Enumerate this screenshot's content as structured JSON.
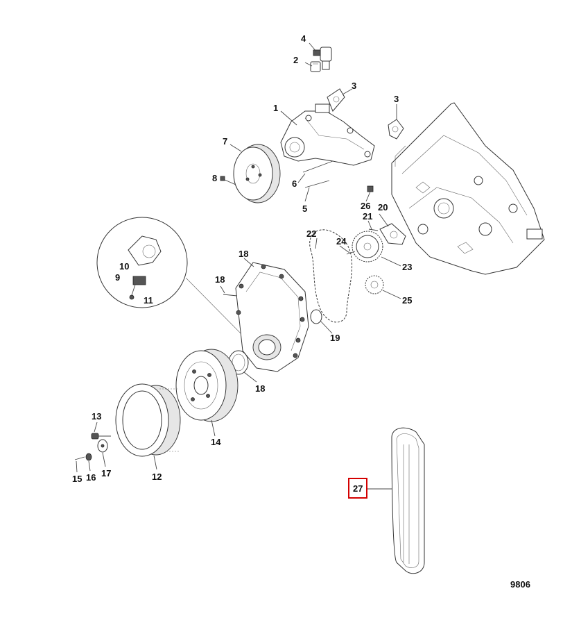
{
  "figure_number": "9806",
  "highlight_color": "#d40000",
  "callouts": {
    "c1": "1",
    "c2": "2",
    "c3a": "3",
    "c3b": "3",
    "c4": "4",
    "c5": "5",
    "c6": "6",
    "c7": "7",
    "c8": "8",
    "c9": "9",
    "c10": "10",
    "c11": "11",
    "c12": "12",
    "c13": "13",
    "c14": "14",
    "c15": "15",
    "c16": "16",
    "c17": "17",
    "c18a": "18",
    "c18b": "18",
    "c18c": "18",
    "c19": "19",
    "c20": "20",
    "c21": "21",
    "c22": "22",
    "c23": "23",
    "c24": "24",
    "c25": "25",
    "c26": "26",
    "c27": "27"
  },
  "selected_callout": "27"
}
